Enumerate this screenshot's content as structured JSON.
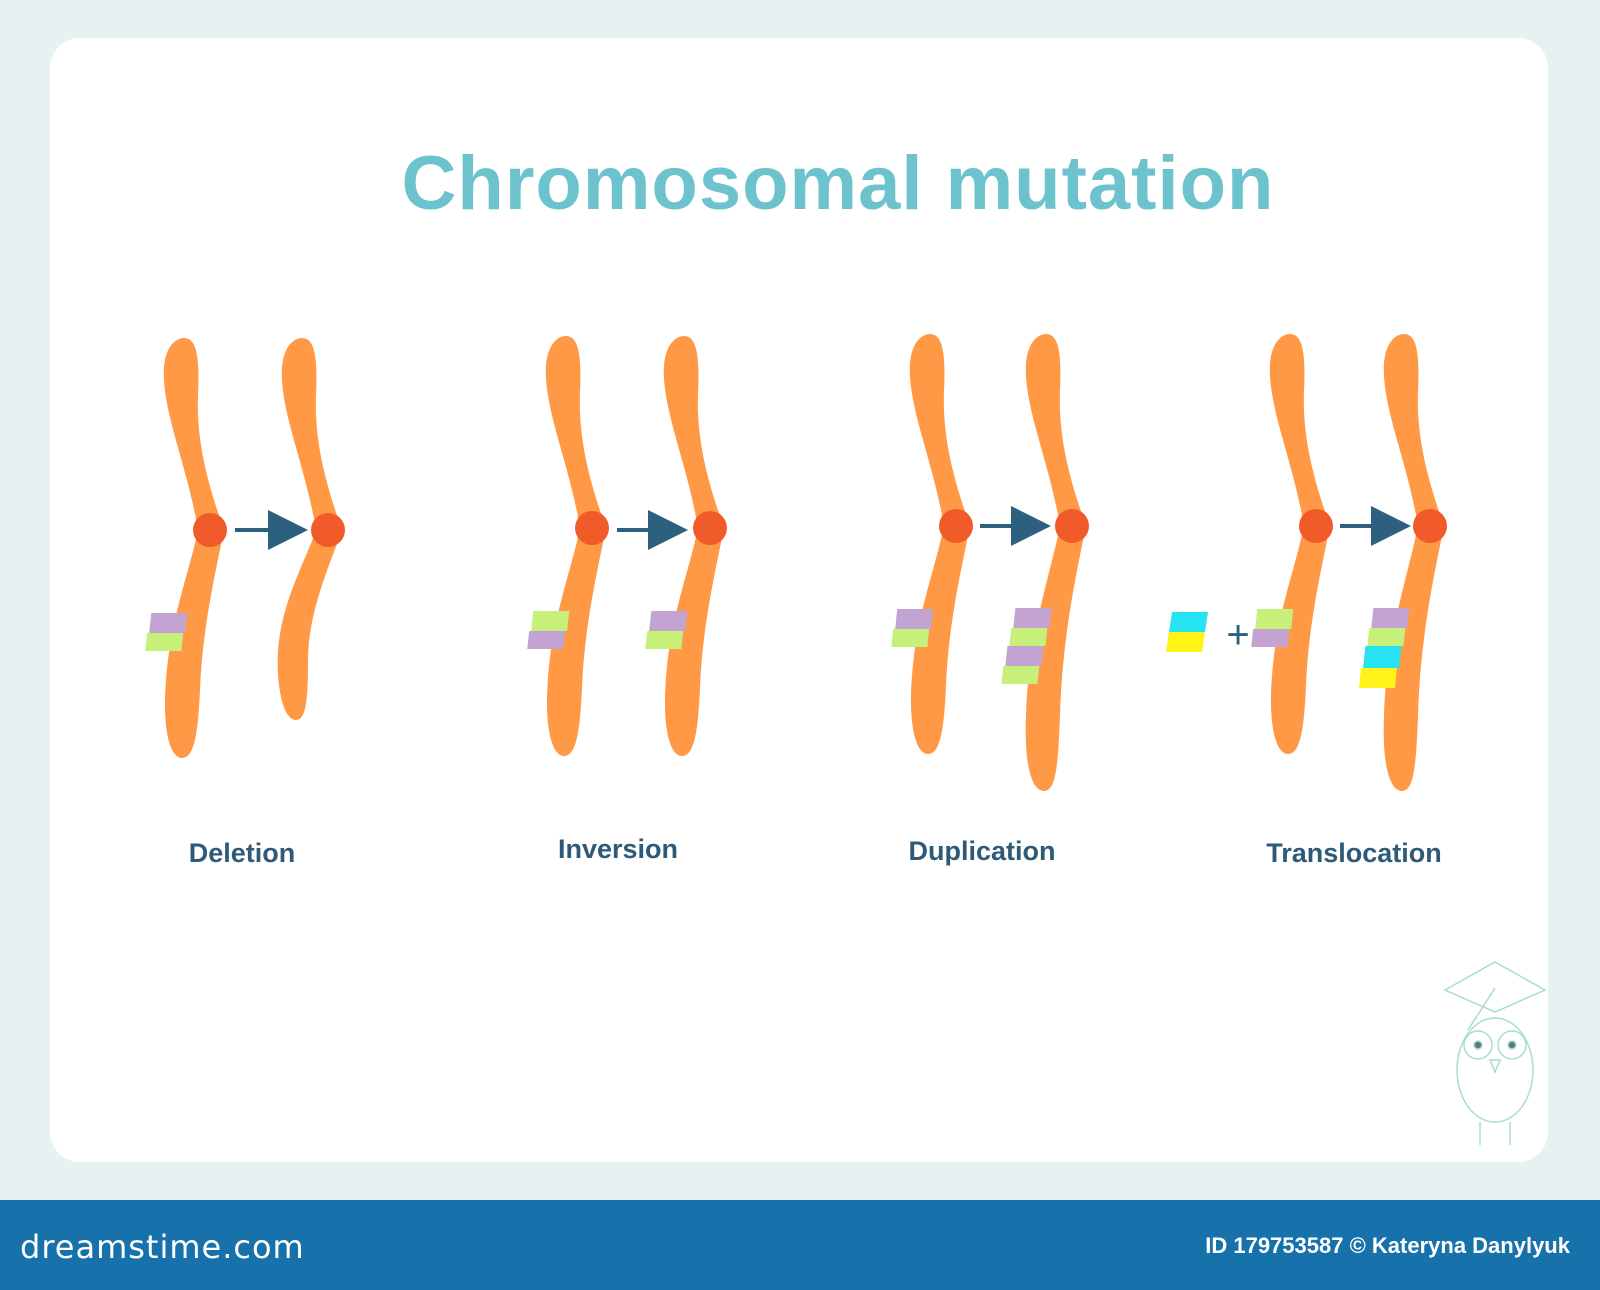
{
  "title": "Chromosomal mutation",
  "labels": {
    "deletion": "Deletion",
    "inversion": "Inversion",
    "duplication": "Duplication",
    "translocation": "Translocation"
  },
  "plus_sign": "+",
  "footer": {
    "brand": "dreamstime.com",
    "credit": "ID 179753587 © Kateryna Danylyuk"
  },
  "colors": {
    "chromosome": "#ff9946",
    "centromere": "#f15a29",
    "band_purple": "#c3a3d2",
    "band_green": "#c6f07a",
    "band_cyan": "#27e2f0",
    "band_yellow": "#fff318",
    "arrow": "#2d5f7e",
    "title": "#6cc3cd",
    "footer": "#1771ab"
  },
  "icons": [
    "arrow-right-icon",
    "owl-graduate-icon"
  ]
}
